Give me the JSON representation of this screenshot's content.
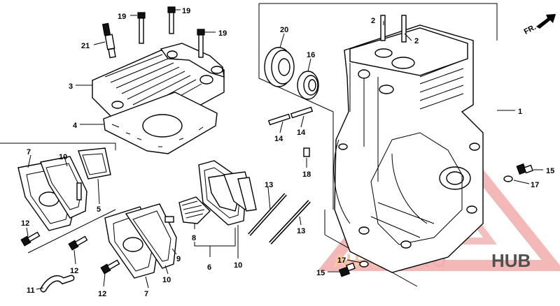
{
  "diagram": {
    "direction_label": "FR.",
    "callouts": [
      {
        "id": "c19a",
        "text": "19"
      },
      {
        "id": "c19b",
        "text": "19"
      },
      {
        "id": "c19c",
        "text": "19"
      },
      {
        "id": "c21",
        "text": "21"
      },
      {
        "id": "c3",
        "text": "3"
      },
      {
        "id": "c4",
        "text": "4"
      },
      {
        "id": "c20",
        "text": "20"
      },
      {
        "id": "c16",
        "text": "16"
      },
      {
        "id": "c2a",
        "text": "2"
      },
      {
        "id": "c2b",
        "text": "2"
      },
      {
        "id": "c1",
        "text": "1"
      },
      {
        "id": "c14a",
        "text": "14"
      },
      {
        "id": "c14b",
        "text": "14"
      },
      {
        "id": "c18",
        "text": "18"
      },
      {
        "id": "c15a",
        "text": "15"
      },
      {
        "id": "c17a",
        "text": "17"
      },
      {
        "id": "c7a",
        "text": "7"
      },
      {
        "id": "c10a",
        "text": "10"
      },
      {
        "id": "c5",
        "text": "5"
      },
      {
        "id": "c12a",
        "text": "12"
      },
      {
        "id": "c13a",
        "text": "13"
      },
      {
        "id": "c13b",
        "text": "13"
      },
      {
        "id": "c8",
        "text": "8"
      },
      {
        "id": "c9",
        "text": "9"
      },
      {
        "id": "c6",
        "text": "6"
      },
      {
        "id": "c10b",
        "text": "10"
      },
      {
        "id": "c10c",
        "text": "10"
      },
      {
        "id": "c12b",
        "text": "12"
      },
      {
        "id": "c12c",
        "text": "12"
      },
      {
        "id": "c7b",
        "text": "7"
      },
      {
        "id": "c11",
        "text": "11"
      },
      {
        "id": "c15b",
        "text": "15"
      },
      {
        "id": "c17b",
        "text": "17"
      }
    ]
  },
  "watermark": {
    "part1": "AUTO",
    "part2": "MOTO",
    "part3": "HUB",
    "color_primary": "#f2a0a0",
    "color_secondary": "#f6c08a",
    "color_dark": "#333333"
  }
}
